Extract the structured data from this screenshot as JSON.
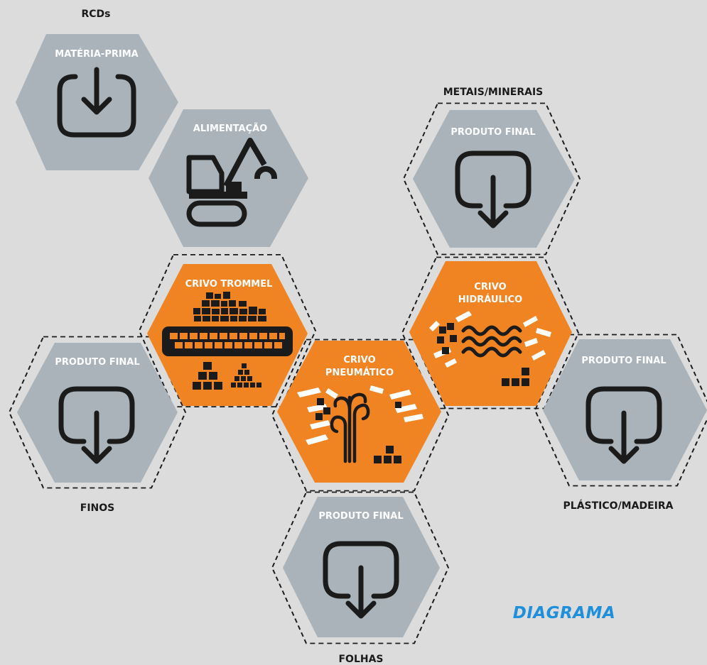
{
  "colors": {
    "background": "#dcdcdc",
    "hex_gray": "#a9b3b9",
    "hex_orange": "#f08423",
    "icon_dark": "#1b1b1b",
    "brand_blue": "#1e8fdb"
  },
  "brand": "DIAGRAMA",
  "nodes": {
    "materia_prima": {
      "title": "MATÉRIA-PRIMA",
      "outer_label": "RCDs",
      "icon": "input-tray-icon"
    },
    "alimentacao": {
      "title": "ALIMENTAÇÃO",
      "icon": "excavator-icon"
    },
    "crivo_trommel": {
      "title": "CRIVO TROMMEL",
      "icon": "trommel-screen-icon"
    },
    "crivo_pneumatico": {
      "title_line1": "CRIVO",
      "title_line2": "PNEUMÁTICO",
      "icon": "air-separator-icon"
    },
    "crivo_hidraulico": {
      "title_line1": "CRIVO",
      "title_line2": "HIDRÁULICO",
      "icon": "water-separator-icon"
    },
    "produto_finos": {
      "title": "PRODUTO FINAL",
      "outer_label": "FINOS",
      "icon": "output-tray-icon"
    },
    "produto_folhas": {
      "title": "PRODUTO FINAL",
      "outer_label": "FOLHAS",
      "icon": "output-tray-icon"
    },
    "produto_metais": {
      "title": "PRODUTO FINAL",
      "outer_label": "METAIS/MINERAIS",
      "icon": "output-tray-icon"
    },
    "produto_plastico": {
      "title": "PRODUTO FINAL",
      "outer_label": "PLÁSTICO/MADEIRA",
      "icon": "output-tray-icon"
    }
  }
}
